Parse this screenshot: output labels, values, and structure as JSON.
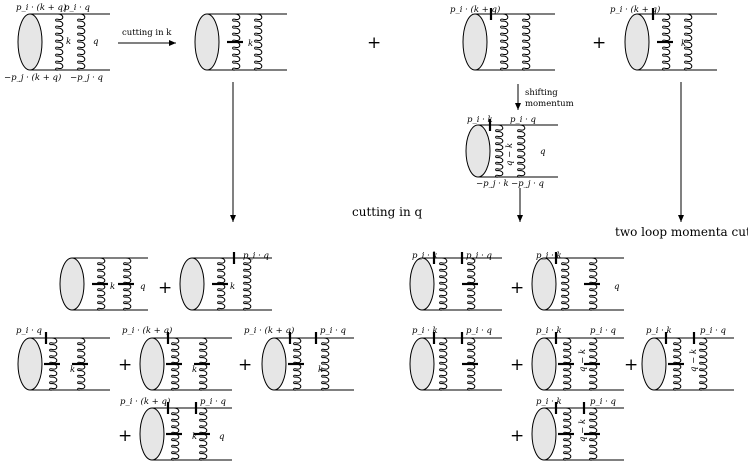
{
  "labels": {
    "top_left_upper_1": "p_i · (k + q)",
    "top_left_upper_2": "p_i · q",
    "top_left_lower_1": "−p_j · (k + q)",
    "top_left_lower_2": "−p_j · q",
    "k": "k",
    "q": "q",
    "cutting_in_k": "cutting in k",
    "cutting_in_q": "cutting in q",
    "shifting_momentum_1": "shifting",
    "shifting_momentum_2": "momentum",
    "two_loop_cut": "two loop momenta cut",
    "pik": "p_i · k",
    "piq": "p_i · q",
    "pikq": "p_i · (k + q)",
    "mpjk": "−p_j · k",
    "mpjq": "−p_j · q",
    "qmk": "q − k",
    "plus": "+"
  }
}
